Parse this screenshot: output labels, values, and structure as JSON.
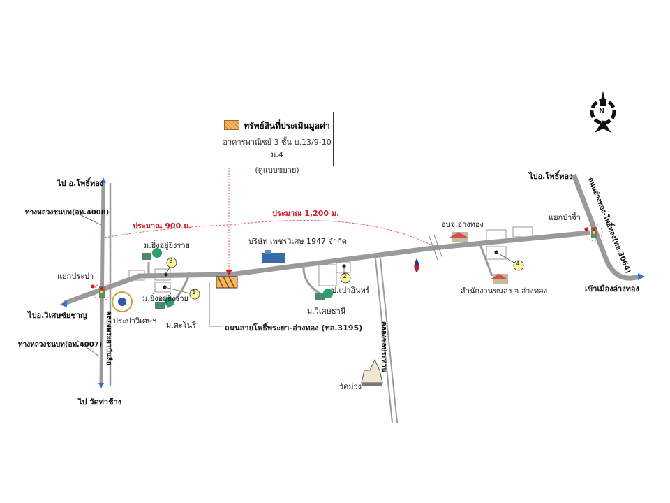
{
  "legend": {
    "title": "ทรัพย์สินที่ประเมินมูลค่า",
    "line1": "อาคารพาณิชย์ 3 ชั้น บ.13/9-10 ม.4",
    "line2": "(ดูแบบขยาย)",
    "swatch_color": "#f5b860"
  },
  "compass": {
    "label": "N"
  },
  "distances": {
    "left": "ประมาณ 900 ม.",
    "right": "ประมาณ 1,200 ม."
  },
  "roads": {
    "main": "ถนนสายโพธิ์พระยา-อ่างทอง (ทล.3195)",
    "right": "ถนนอ่างทอง-โพธิ์ทอง(ทล.3064)",
    "rural_4008": "ทางหลวงชนบท(อท.4008)",
    "rural_4007": "ทางหลวงชนบท(อท.4007)",
    "canal_left": "คลองพระยาบันลือ",
    "canal_mid": "คลองชลประทาน"
  },
  "directions": {
    "to_photong_left": "ไป อ.โพธิ์ทอง",
    "to_wisetchaichan": "ไปอ.วิเศษชัยชาญ",
    "to_wat_tha_chang": "ไป วัดท่าช้าง",
    "to_photong_right": "ไปอ.โพธิ์ทอง",
    "to_angthong_city": "เข้าเมืองอ่างทอง"
  },
  "intersections": {
    "left": "แยกประปา",
    "right": "แยกป่าจิ้ว"
  },
  "places": {
    "moo_ying_top": "ม.ยิ่งอยู่ยิ่งรวย",
    "moo_ying_bottom": "ม.ยิ่งอยู่ยิ่งรวย",
    "moo_tanori": "ม.ตะโนรี",
    "prapa": "ประปาวิเศษฯ",
    "company": "บริษัท เพชรวิเศษ 1947 จำกัด",
    "pao_inn": "ป.เปาอินทร์",
    "moo_wisettani": "ม.วิเศษธานี",
    "wat_muang": "วัดม่วง",
    "obj": "อบจ.อ่างทอง",
    "transport": "สำนักงานขนส่ง จ.อ่างทอง"
  },
  "markers": [
    "1",
    "2",
    "3",
    "4"
  ]
}
